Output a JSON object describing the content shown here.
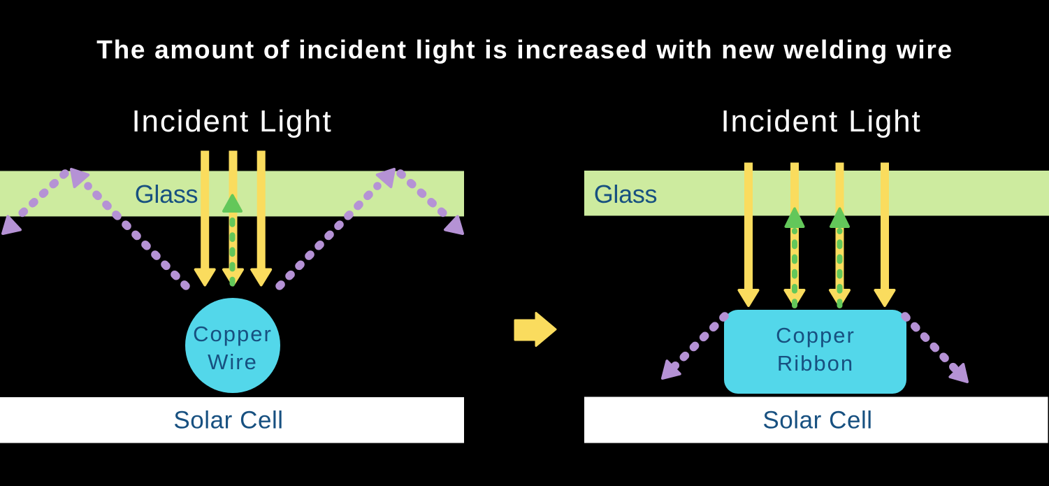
{
  "title": "The amount of incident light is increased with new welding wire",
  "colors": {
    "background": "#000000",
    "title_text": "#ffffff",
    "glass_green": "#cdeb9f",
    "light_yellow": "#fadc5e",
    "reflected_green": "#63c75a",
    "escaped_purple": "#b592d5",
    "conductor_cyan": "#53d7ea",
    "solar_cell_white": "#ffffff",
    "label_navy": "#175080"
  },
  "before_panel": {
    "incident_light_label": "Incident Light",
    "glass_label": "Glass",
    "conductor_label_line1": "Copper",
    "conductor_label_line2": "Wire",
    "solar_cell_label": "Solar Cell"
  },
  "after_panel": {
    "incident_light_label": "Incident Light",
    "glass_label": "Glass",
    "conductor_label_line1": "Copper",
    "conductor_label_line2": "Ribbon",
    "solar_cell_label": "Solar Cell"
  }
}
